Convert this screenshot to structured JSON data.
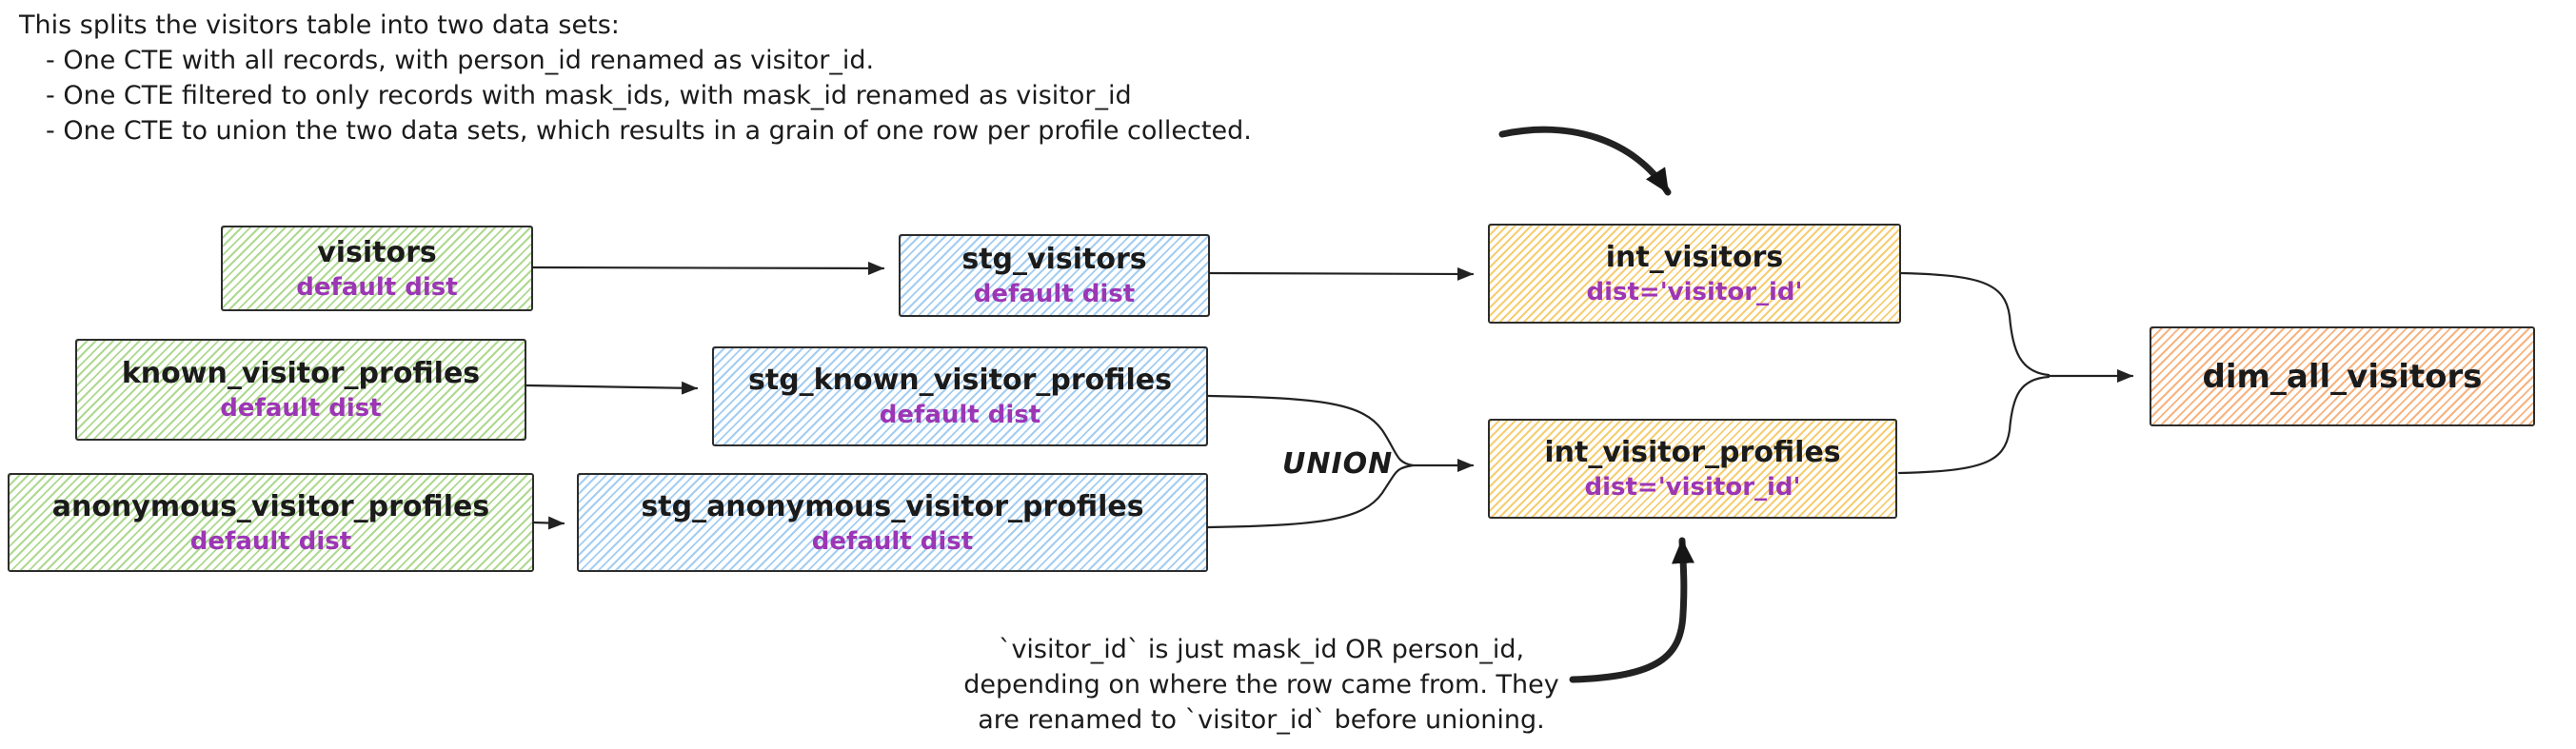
{
  "diagram": {
    "annotation_top": {
      "lines": [
        "This splits the visitors table into two data sets:",
        "- One CTE with all records, with person_id renamed as visitor_id.",
        "- One CTE filtered to only records with mask_ids, with mask_id renamed as visitor_id",
        "- One CTE to union the two data sets, which results in a grain of one row per profile collected."
      ]
    },
    "annotation_bottom": {
      "lines": [
        "`visitor_id` is just mask_id OR person_id,",
        "depending on where the row came from. They",
        "are renamed to `visitor_id` before unioning."
      ]
    },
    "union_label": "UNION",
    "nodes": {
      "visitors": {
        "title": "visitors",
        "subtitle": "default dist"
      },
      "known_visitor_profiles": {
        "title": "known_visitor_profiles",
        "subtitle": "default dist"
      },
      "anonymous_visitor_profiles": {
        "title": "anonymous_visitor_profiles",
        "subtitle": "default dist"
      },
      "stg_visitors": {
        "title": "stg_visitors",
        "subtitle": "default dist"
      },
      "stg_known_visitor_profiles": {
        "title": "stg_known_visitor_profiles",
        "subtitle": "default dist"
      },
      "stg_anonymous_visitor_profiles": {
        "title": "stg_anonymous_visitor_profiles",
        "subtitle": "default dist"
      },
      "int_visitors": {
        "title": "int_visitors",
        "subtitle": "dist='visitor_id'"
      },
      "int_visitor_profiles": {
        "title": "int_visitor_profiles",
        "subtitle": "dist='visitor_id'"
      },
      "dim_all_visitors": {
        "title": "dim_all_visitors"
      }
    },
    "colors": {
      "background": "#ffffff",
      "green_hatch": "#aed98f",
      "blue_hatch": "#a3cdf2",
      "yellow_hatch": "#f6ce72",
      "orange_hatch": "#f6b380",
      "box_border": "#2d2d2d",
      "title_text": "#1b1b1b",
      "accent_text": "#9c36b5",
      "arrow": "#222222"
    }
  }
}
